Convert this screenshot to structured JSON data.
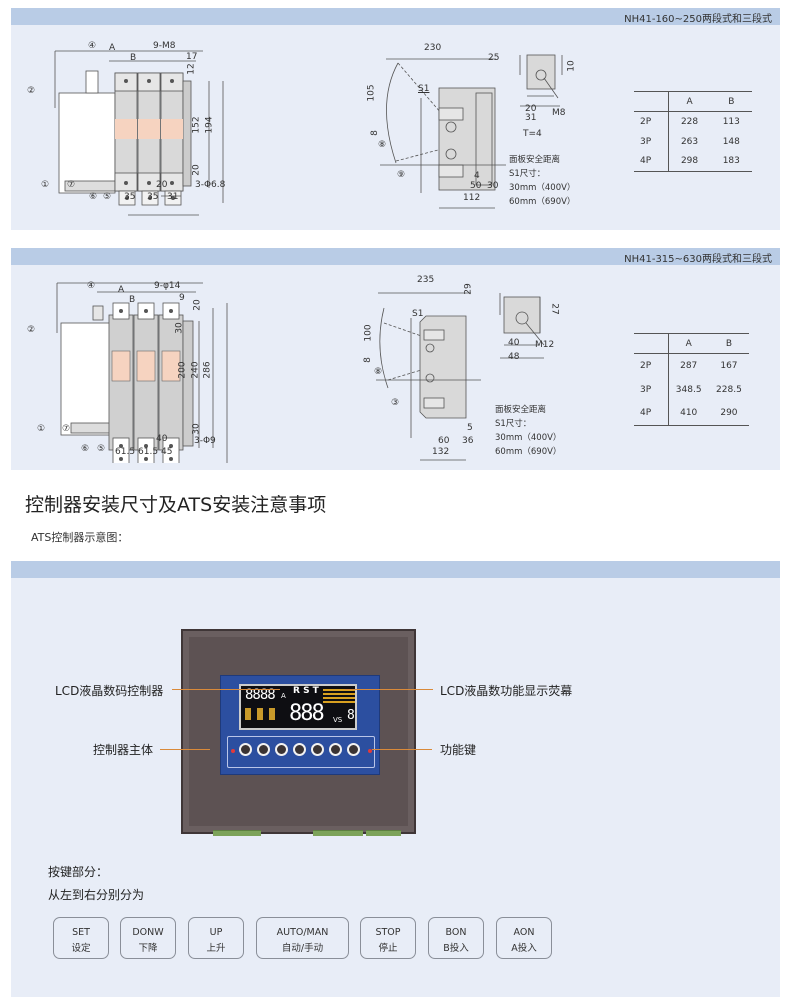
{
  "section1": {
    "title": "NH41-160~250两段式和三段式",
    "front_view": {
      "callouts": [
        "①",
        "②",
        "④",
        "⑤",
        "⑥",
        "⑦"
      ],
      "dims": {
        "A": "A",
        "B": "B",
        "bolts": "9-M8",
        "d17": "17",
        "d12": "12",
        "d152": "152",
        "d194": "194",
        "d20": "20",
        "hole": "3-Φ6.8",
        "d35a": "35",
        "d35b": "35",
        "d31": "31",
        "d20b": "20"
      }
    },
    "side_view": {
      "callouts": [
        "⑧",
        "⑨"
      ],
      "dims": {
        "d230": "230",
        "d25": "25",
        "d105": "105",
        "d8": "8",
        "s1": "S1",
        "d4": "4",
        "d50": "50",
        "d30": "30",
        "d112": "112"
      }
    },
    "terminal_view": {
      "dims": {
        "d10": "10",
        "d20": "20",
        "d31": "31",
        "m": "M8",
        "t": "T=4"
      }
    },
    "notes": [
      "面板安全距离",
      "S1尺寸：",
      "30mm（400V）",
      "60mm（690V）"
    ],
    "table": {
      "headers": [
        "",
        "A",
        "B"
      ],
      "rows": [
        [
          "2P",
          "228",
          "113"
        ],
        [
          "3P",
          "263",
          "148"
        ],
        [
          "4P",
          "298",
          "183"
        ]
      ]
    }
  },
  "section2": {
    "title": "NH41-315~630两段式和三段式",
    "front_view": {
      "callouts": [
        "①",
        "②",
        "④",
        "⑤",
        "⑥",
        "⑦"
      ],
      "dims": {
        "A": "A",
        "B": "B",
        "bolts": "9-φ14",
        "d9": "9",
        "d20": "20",
        "d30a": "30",
        "d200": "200",
        "d240": "240",
        "d286": "286",
        "d30b": "30",
        "hole": "3-Φ9",
        "d40": "40",
        "d615a": "61.5",
        "d615b": "61.5",
        "d45": "45"
      }
    },
    "side_view": {
      "callouts": [
        "⑧",
        "③"
      ],
      "dims": {
        "d235": "235",
        "d29": "29",
        "d100": "100",
        "d8": "8",
        "s1": "S1",
        "d5": "5",
        "d60": "60",
        "d36": "36",
        "d132": "132"
      }
    },
    "terminal_view": {
      "dims": {
        "d27": "27",
        "d40": "40",
        "d48": "48",
        "m": "M12"
      }
    },
    "notes": [
      "面板安全距离",
      "S1尺寸：",
      "30mm（400V）",
      "60mm（690V）"
    ],
    "table": {
      "headers": [
        "",
        "A",
        "B"
      ],
      "rows": [
        [
          "2P",
          "287",
          "167"
        ],
        [
          "3P",
          "348.5",
          "228.5"
        ],
        [
          "4P",
          "410",
          "290"
        ]
      ]
    }
  },
  "controller_section": {
    "heading": "控制器安装尺寸及ATS安装注意事项",
    "subheading": "ATS控制器示意图：",
    "labels": {
      "lcd_controller": "LCD液晶数码控制器",
      "body": "控制器主体",
      "lcd_display": "LCD液晶数功能显示荧幕",
      "function_keys": "功能键"
    },
    "lcd": {
      "top_digits": "8888",
      "unit_a": "A",
      "phases": "R S T",
      "big_digits": "888",
      "unit_vs": "VS",
      "small_digit": "8"
    },
    "keys_intro": "按键部分：",
    "keys_order": "从左到右分别分为",
    "keys": [
      {
        "en": "SET",
        "zh": "设定"
      },
      {
        "en": "DONW",
        "zh": "下降"
      },
      {
        "en": "UP",
        "zh": "上升"
      },
      {
        "en": "AUTO/MAN",
        "zh": "自动/手动"
      },
      {
        "en": "STOP",
        "zh": "停止"
      },
      {
        "en": "BON",
        "zh": "B投入"
      },
      {
        "en": "AON",
        "zh": "A投入"
      }
    ]
  },
  "colors": {
    "panel_bg": "#e8edf7",
    "panel_header": "#b9cce6",
    "pole_highlight": "#f6d3c0",
    "device_body": "#5d5253",
    "lcd_frame": "#2c4fa0",
    "leader_line": "#d98a3a"
  }
}
